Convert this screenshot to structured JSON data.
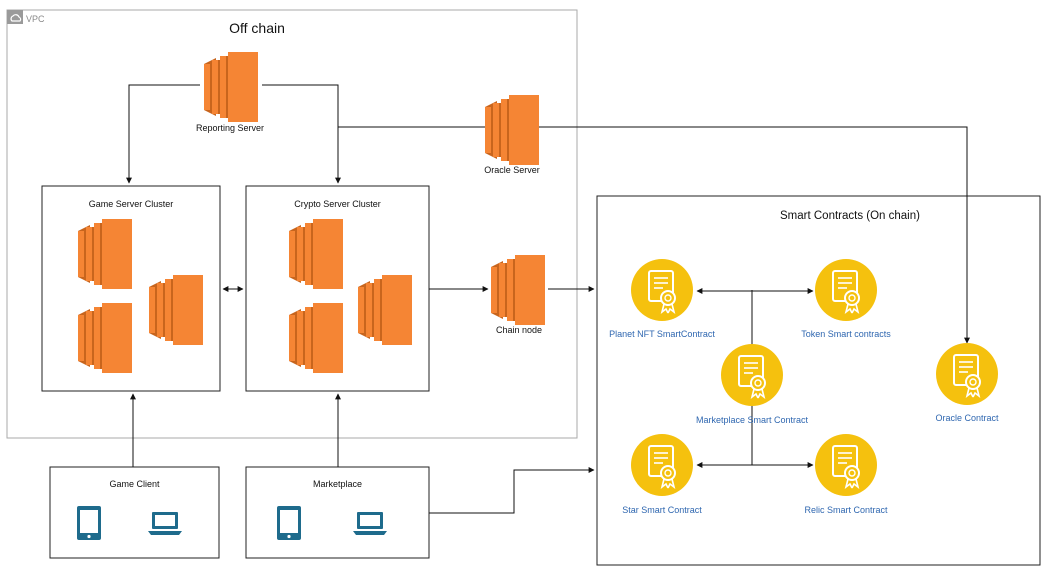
{
  "vpc": {
    "label": "VPC",
    "title": "Off chain"
  },
  "onchain": {
    "title": "Smart Contracts (On chain)"
  },
  "servers": {
    "reporting": "Reporting Server",
    "oracle": "Oracle Server",
    "chain_node": "Chain node"
  },
  "clusters": {
    "game": "Game Server Cluster",
    "crypto": "Crypto Server Cluster"
  },
  "clients": {
    "game": "Game Client",
    "marketplace": "Marketplace"
  },
  "contracts": {
    "planet": "Planet NFT SmartContract",
    "token": "Token Smart contracts",
    "marketplace": "Marketplace Smart Contract",
    "star": "Star Smart Contract",
    "relic": "Relic Smart Contract",
    "oracle": "Oracle Contract"
  },
  "colors": {
    "server_orange": "#F58534",
    "contract_yellow": "#F5C10E",
    "device_blue": "#1E6B8C",
    "border": "#222222",
    "vpc_border": "#AAAAAA"
  },
  "icons": {
    "server": "ec2-instance-icon",
    "contract": "smart-contract-icon",
    "tablet": "tablet-icon",
    "laptop": "laptop-icon",
    "cloud": "cloud-icon"
  }
}
